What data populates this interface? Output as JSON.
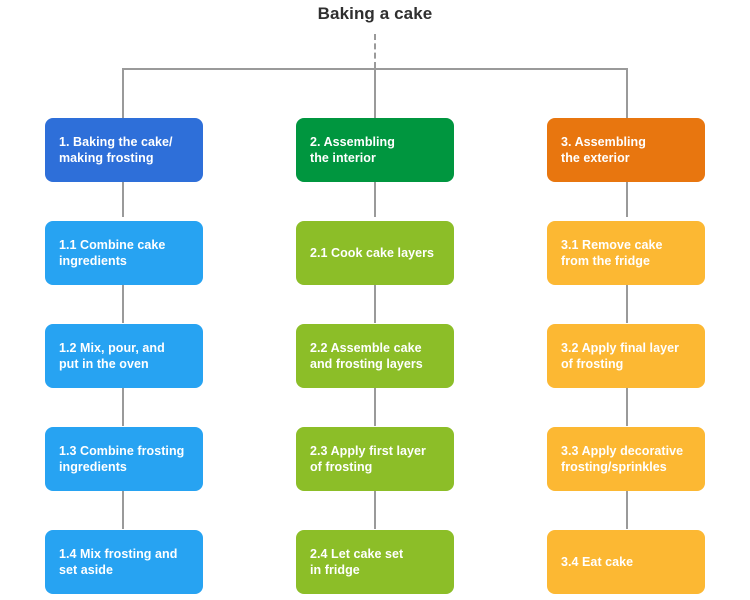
{
  "diagram": {
    "title": "Baking a cake",
    "background_color": "#ffffff",
    "connector_color": "#9a9a9a",
    "text_color": "#ffffff",
    "title_color": "#2f2f2f",
    "columns": [
      {
        "id": "column-1",
        "header": {
          "label": "1. Baking the cake/\nmaking frosting",
          "color": "#2e6fd9"
        },
        "steps": [
          {
            "label": "1.1 Combine cake\ningredients",
            "color": "#27a3f2"
          },
          {
            "label": "1.2 Mix, pour, and\nput in the oven",
            "color": "#27a3f2"
          },
          {
            "label": "1.3 Combine frosting\ningredients",
            "color": "#27a3f2"
          },
          {
            "label": "1.4 Mix frosting and\nset aside",
            "color": "#27a3f2"
          }
        ]
      },
      {
        "id": "column-2",
        "header": {
          "label": "2. Assembling\nthe interior",
          "color": "#00963f"
        },
        "steps": [
          {
            "label": "2.1 Cook cake layers",
            "color": "#8cbe28"
          },
          {
            "label": "2.2 Assemble cake\nand frosting layers",
            "color": "#8cbe28"
          },
          {
            "label": "2.3 Apply first layer\nof frosting",
            "color": "#8cbe28"
          },
          {
            "label": "2.4 Let cake set\nin fridge",
            "color": "#8cbe28"
          }
        ]
      },
      {
        "id": "column-3",
        "header": {
          "label": "3. Assembling\nthe exterior",
          "color": "#e8760f"
        },
        "steps": [
          {
            "label": "3.1 Remove cake\nfrom the fridge",
            "color": "#fcb833"
          },
          {
            "label": "3.2 Apply final layer\nof frosting",
            "color": "#fcb833"
          },
          {
            "label": "3.3 Apply decorative\nfrosting/sprinkles",
            "color": "#fcb833"
          },
          {
            "label": "3.4 Eat cake",
            "color": "#fcb833"
          }
        ]
      }
    ]
  }
}
